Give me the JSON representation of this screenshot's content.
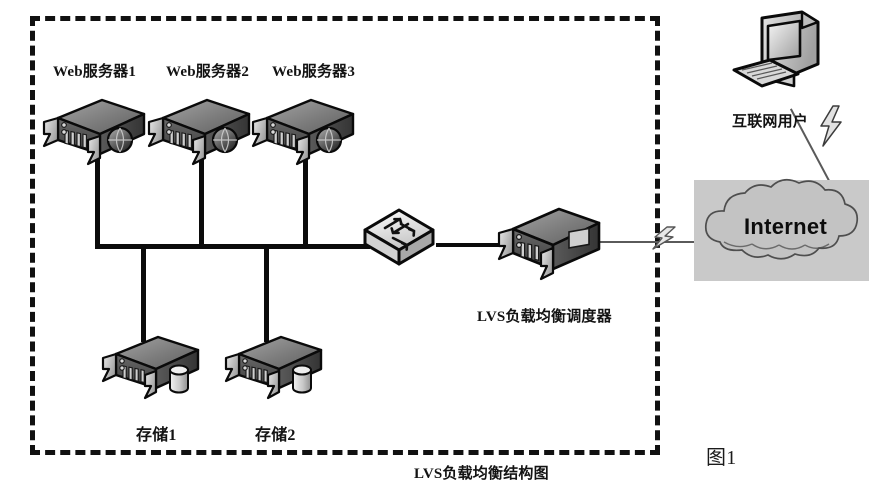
{
  "figure": {
    "number_label": "图1",
    "caption": "LVS负载均衡结构图"
  },
  "cluster": {
    "border_color": "#111111",
    "servers": [
      {
        "label": "Web服务器1",
        "name": "web-server-1"
      },
      {
        "label": "Web服务器2",
        "name": "web-server-2"
      },
      {
        "label": "Web服务器3",
        "name": "web-server-3"
      }
    ],
    "storage": [
      {
        "label": "存储1",
        "name": "storage-1"
      },
      {
        "label": "存储2",
        "name": "storage-2"
      }
    ],
    "switch": {
      "label": "",
      "name": "network-switch"
    },
    "scheduler": {
      "label": "LVS负载均衡调度器",
      "name": "lvs-scheduler"
    }
  },
  "external": {
    "user": {
      "label": "互联网用户",
      "name": "internet-user"
    },
    "cloud": {
      "label": "Internet",
      "name": "internet-cloud",
      "background": "#c9c9c9"
    }
  },
  "icons": {
    "server": "server-icon",
    "storage": "storage-server-icon",
    "switch": "switch-icon",
    "scheduler": "server-icon",
    "workstation": "desktop-computer-icon",
    "keyboard": "keyboard-icon",
    "cloud": "cloud-icon",
    "lightning_wan": "lightning-bolt-icon",
    "lightning_user": "lightning-bolt-icon"
  },
  "palette": {
    "wire": "#0b0b0b",
    "thin_wire": "#5a5a5a",
    "metal_top": "#8d8d8d",
    "metal_front": "#4a4a4a",
    "metal_side": "#6f6f6f",
    "cloud_fill": "#c3c3c3",
    "text": "#131313"
  }
}
